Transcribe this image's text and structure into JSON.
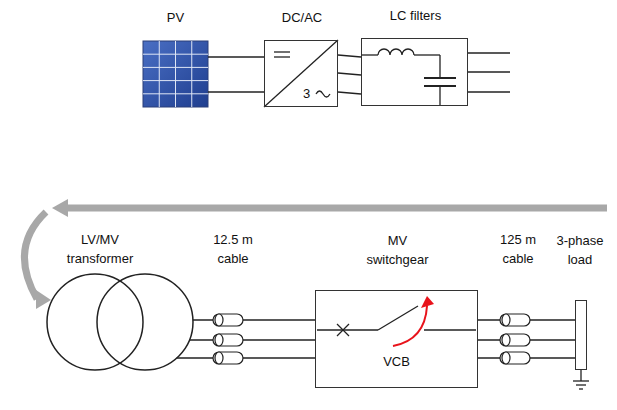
{
  "diagram": {
    "nodes": [
      {
        "text": [
          "PV"
        ]
      },
      {
        "text": [
          "DC/AC",
          "3"
        ]
      },
      {
        "text": [
          "LC filters"
        ]
      },
      {
        "text": [
          "LV/MV transformer"
        ]
      },
      {
        "text": [
          "MV switchgear",
          "VCB"
        ]
      },
      {
        "text": [
          "3-phase load"
        ]
      }
    ],
    "edges": [
      {
        "from": 0,
        "to": 1,
        "arrow": "none"
      },
      {
        "from": 1,
        "to": 2,
        "arrow": "none"
      },
      {
        "from": 2,
        "to": 3,
        "arrow": "to"
      },
      {
        "from": 3,
        "to": 4,
        "label": "12.5 m cable",
        "arrow": "none"
      },
      {
        "from": 4,
        "to": 5,
        "label": "125 m cable",
        "arrow": "none"
      }
    ]
  }
}
